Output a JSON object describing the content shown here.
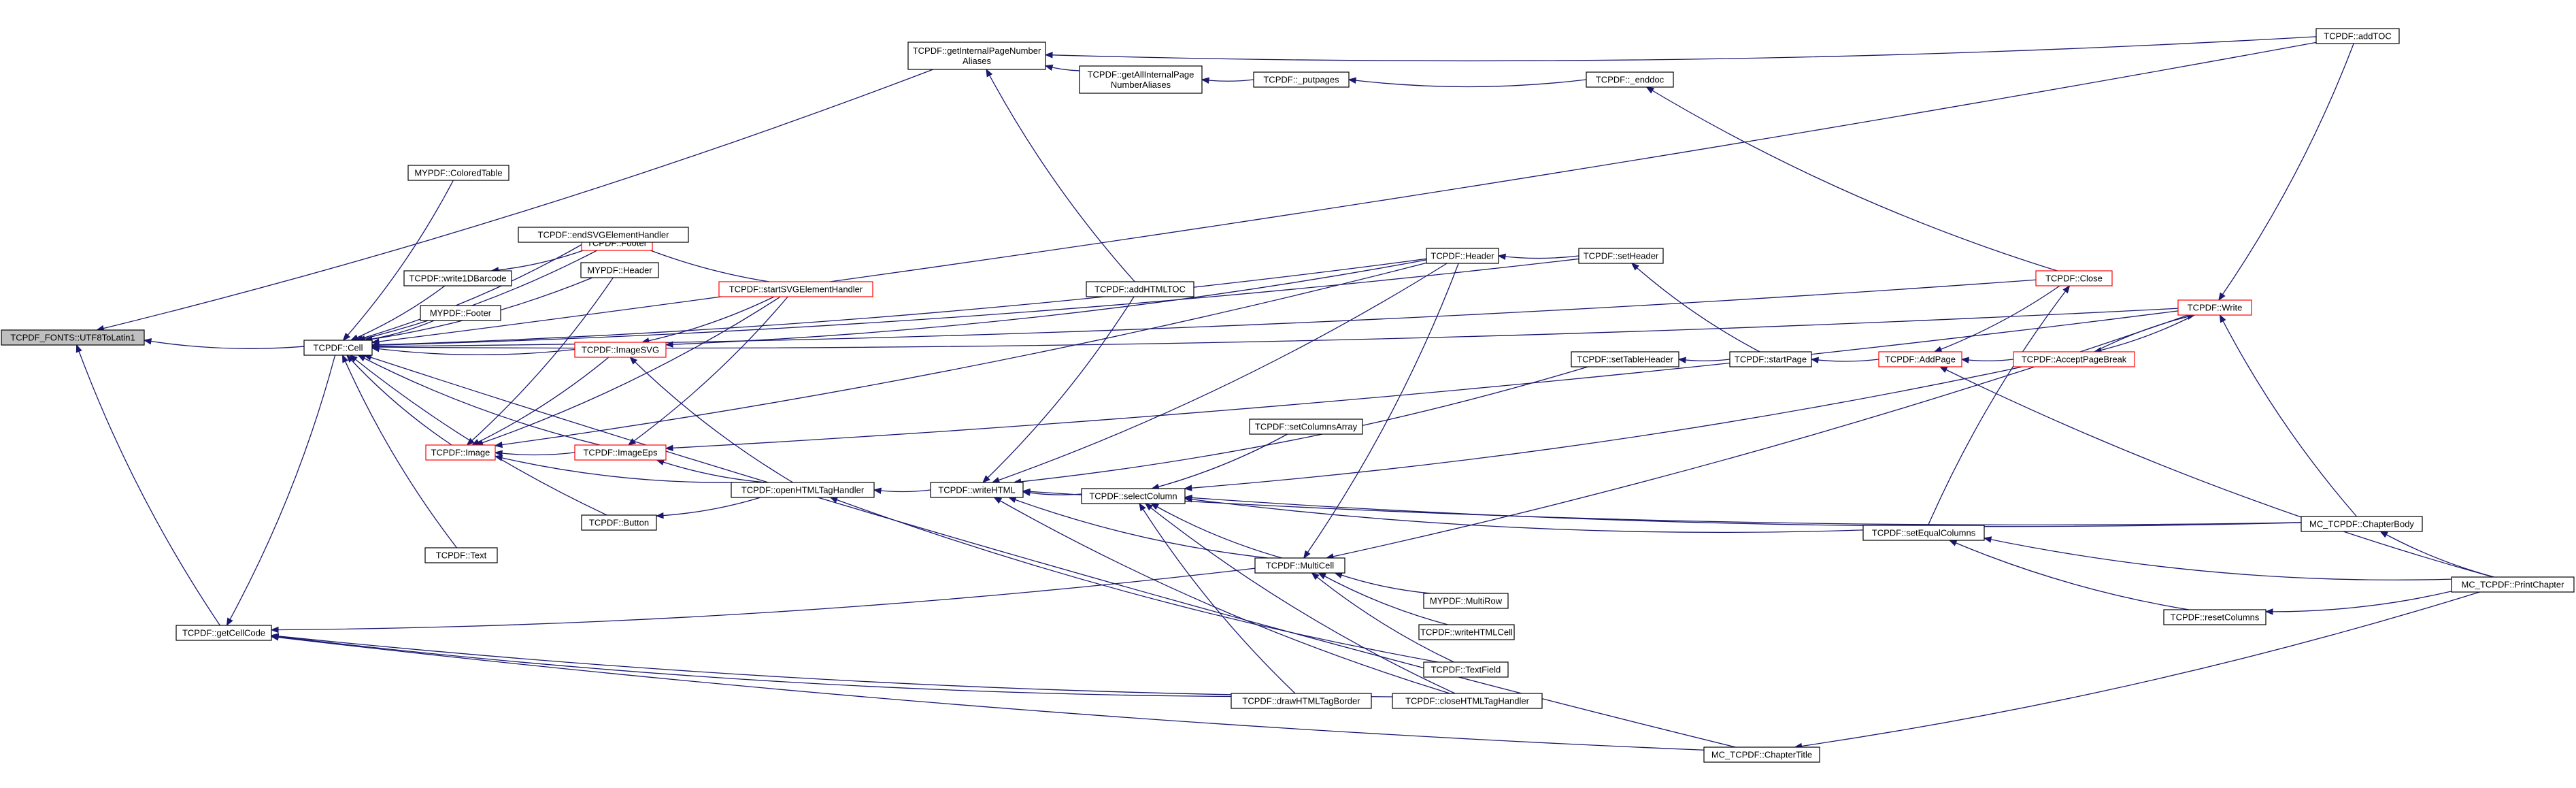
{
  "colors": {
    "edge": "#191970",
    "node_border": "#000000",
    "node_border_linked": "#ff0000",
    "root_fill": "#bfbfbf",
    "background": "#ffffff"
  },
  "nodes": [
    {
      "id": "root",
      "lines": [
        "TCPDF_FONTS::UTF8ToLatin1"
      ],
      "style": "root"
    },
    {
      "id": "getCellCode",
      "lines": [
        "TCPDF::getCellCode"
      ],
      "style": "normal"
    },
    {
      "id": "Cell",
      "lines": [
        "TCPDF::Cell"
      ],
      "style": "normal"
    },
    {
      "id": "getInternalPageNumberAliases",
      "lines": [
        "TCPDF::getInternalPageNumber",
        "Aliases"
      ],
      "style": "normal"
    },
    {
      "id": "addTOC",
      "lines": [
        "TCPDF::addTOC"
      ],
      "style": "normal"
    },
    {
      "id": "getAllInternalPageNumberAliases",
      "lines": [
        "TCPDF::getAllInternalPage",
        "NumberAliases"
      ],
      "style": "normal"
    },
    {
      "id": "putpages",
      "lines": [
        "TCPDF::_putpages"
      ],
      "style": "normal"
    },
    {
      "id": "enddoc",
      "lines": [
        "TCPDF::_enddoc"
      ],
      "style": "normal"
    },
    {
      "id": "ColoredTable",
      "lines": [
        "MYPDF::ColoredTable"
      ],
      "style": "normal"
    },
    {
      "id": "Footer",
      "lines": [
        "TCPDF::Footer"
      ],
      "style": "red"
    },
    {
      "id": "write1DBarcode",
      "lines": [
        "TCPDF::write1DBarcode"
      ],
      "style": "normal"
    },
    {
      "id": "endSVGElementHandler",
      "lines": [
        "TCPDF::endSVGElementHandler"
      ],
      "style": "normal"
    },
    {
      "id": "startSVGElementHandler",
      "lines": [
        "TCPDF::startSVGElementHandler"
      ],
      "style": "red"
    },
    {
      "id": "MYPDFFooter",
      "lines": [
        "MYPDF::Footer"
      ],
      "style": "normal"
    },
    {
      "id": "MYPDFHeader",
      "lines": [
        "MYPDF::Header"
      ],
      "style": "normal"
    },
    {
      "id": "ImageSVG",
      "lines": [
        "TCPDF::ImageSVG"
      ],
      "style": "red"
    },
    {
      "id": "Image",
      "lines": [
        "TCPDF::Image"
      ],
      "style": "red"
    },
    {
      "id": "ImageEps",
      "lines": [
        "TCPDF::ImageEps"
      ],
      "style": "red"
    },
    {
      "id": "openHTMLTagHandler",
      "lines": [
        "TCPDF::openHTMLTagHandler"
      ],
      "style": "normal"
    },
    {
      "id": "Button",
      "lines": [
        "TCPDF::Button"
      ],
      "style": "normal"
    },
    {
      "id": "Text",
      "lines": [
        "TCPDF::Text"
      ],
      "style": "normal"
    },
    {
      "id": "addHTMLTOC",
      "lines": [
        "TCPDF::addHTMLTOC"
      ],
      "style": "normal"
    },
    {
      "id": "Header",
      "lines": [
        "TCPDF::Header"
      ],
      "style": "normal"
    },
    {
      "id": "setHeader",
      "lines": [
        "TCPDF::setHeader"
      ],
      "style": "normal"
    },
    {
      "id": "setTableHeader",
      "lines": [
        "TCPDF::setTableHeader"
      ],
      "style": "normal"
    },
    {
      "id": "startPage",
      "lines": [
        "TCPDF::startPage"
      ],
      "style": "normal"
    },
    {
      "id": "AddPage",
      "lines": [
        "TCPDF::AddPage"
      ],
      "style": "red"
    },
    {
      "id": "Close",
      "lines": [
        "TCPDF::Close"
      ],
      "style": "red"
    },
    {
      "id": "AcceptPageBreak",
      "lines": [
        "TCPDF::AcceptPageBreak"
      ],
      "style": "red"
    },
    {
      "id": "Write",
      "lines": [
        "TCPDF::Write"
      ],
      "style": "red"
    },
    {
      "id": "setColumnsArray",
      "lines": [
        "TCPDF::setColumnsArray"
      ],
      "style": "normal"
    },
    {
      "id": "writeHTML",
      "lines": [
        "TCPDF::writeHTML"
      ],
      "style": "normal"
    },
    {
      "id": "selectColumn",
      "lines": [
        "TCPDF::selectColumn"
      ],
      "style": "normal"
    },
    {
      "id": "MultiCell",
      "lines": [
        "TCPDF::MultiCell"
      ],
      "style": "normal"
    },
    {
      "id": "setEqualColumns",
      "lines": [
        "TCPDF::setEqualColumns"
      ],
      "style": "normal"
    },
    {
      "id": "ChapterBody",
      "lines": [
        "MC_TCPDF::ChapterBody"
      ],
      "style": "normal"
    },
    {
      "id": "PrintChapter",
      "lines": [
        "MC_TCPDF::PrintChapter"
      ],
      "style": "normal"
    },
    {
      "id": "resetColumns",
      "lines": [
        "TCPDF::resetColumns"
      ],
      "style": "normal"
    },
    {
      "id": "MultiRow",
      "lines": [
        "MYPDF::MultiRow"
      ],
      "style": "normal"
    },
    {
      "id": "writeHTMLCell",
      "lines": [
        "TCPDF::writeHTMLCell"
      ],
      "style": "normal"
    },
    {
      "id": "TextField",
      "lines": [
        "TCPDF::TextField"
      ],
      "style": "normal"
    },
    {
      "id": "drawHTMLTagBorder",
      "lines": [
        "TCPDF::drawHTMLTagBorder"
      ],
      "style": "normal"
    },
    {
      "id": "closeHTMLTagHandler",
      "lines": [
        "TCPDF::closeHTMLTagHandler"
      ],
      "style": "normal"
    },
    {
      "id": "ChapterTitle",
      "lines": [
        "MC_TCPDF::ChapterTitle"
      ],
      "style": "normal"
    }
  ],
  "edges": [
    [
      "root",
      "getCellCode"
    ],
    [
      "root",
      "Cell"
    ],
    [
      "root",
      "getInternalPageNumberAliases"
    ],
    [
      "getCellCode",
      "Cell"
    ],
    [
      "getCellCode",
      "MultiCell"
    ],
    [
      "getCellCode",
      "drawHTMLTagBorder"
    ],
    [
      "getCellCode",
      "closeHTMLTagHandler"
    ],
    [
      "getCellCode",
      "ChapterTitle"
    ],
    [
      "Cell",
      "addTOC"
    ],
    [
      "Cell",
      "ColoredTable"
    ],
    [
      "Cell",
      "Footer"
    ],
    [
      "Cell",
      "write1DBarcode"
    ],
    [
      "Cell",
      "MYPDFFooter"
    ],
    [
      "Cell",
      "MYPDFHeader"
    ],
    [
      "Cell",
      "endSVGElementHandler"
    ],
    [
      "Cell",
      "ImageSVG"
    ],
    [
      "Cell",
      "Image"
    ],
    [
      "Cell",
      "ImageEps"
    ],
    [
      "Cell",
      "Button"
    ],
    [
      "Cell",
      "Text"
    ],
    [
      "Cell",
      "Header"
    ],
    [
      "Cell",
      "Close"
    ],
    [
      "Cell",
      "Write"
    ],
    [
      "Cell",
      "ChapterTitle"
    ],
    [
      "Cell",
      "setHeader"
    ],
    [
      "getInternalPageNumberAliases",
      "addTOC"
    ],
    [
      "getInternalPageNumberAliases",
      "getAllInternalPageNumberAliases"
    ],
    [
      "getInternalPageNumberAliases",
      "addHTMLTOC"
    ],
    [
      "getAllInternalPageNumberAliases",
      "putpages"
    ],
    [
      "putpages",
      "enddoc"
    ],
    [
      "enddoc",
      "Close"
    ],
    [
      "write1DBarcode",
      "Footer"
    ],
    [
      "endSVGElementHandler",
      "startSVGElementHandler"
    ],
    [
      "ImageSVG",
      "startSVGElementHandler"
    ],
    [
      "ImageSVG",
      "openHTMLTagHandler"
    ],
    [
      "ImageSVG",
      "Header"
    ],
    [
      "Image",
      "MYPDFHeader"
    ],
    [
      "Image",
      "ImageSVG"
    ],
    [
      "Image",
      "ImageEps"
    ],
    [
      "Image",
      "openHTMLTagHandler"
    ],
    [
      "Image",
      "startSVGElementHandler"
    ],
    [
      "Image",
      "Header"
    ],
    [
      "ImageEps",
      "startSVGElementHandler"
    ],
    [
      "ImageEps",
      "openHTMLTagHandler"
    ],
    [
      "ImageEps",
      "Write"
    ],
    [
      "Button",
      "openHTMLTagHandler"
    ],
    [
      "openHTMLTagHandler",
      "writeHTML"
    ],
    [
      "openHTMLTagHandler",
      "TextField"
    ],
    [
      "writeHTML",
      "addHTMLTOC"
    ],
    [
      "writeHTML",
      "Header"
    ],
    [
      "writeHTML",
      "setTableHeader"
    ],
    [
      "writeHTML",
      "MultiCell"
    ],
    [
      "writeHTML",
      "selectColumn"
    ],
    [
      "writeHTML",
      "closeHTMLTagHandler"
    ],
    [
      "writeHTML",
      "ChapterBody"
    ],
    [
      "selectColumn",
      "setColumnsArray"
    ],
    [
      "selectColumn",
      "MultiCell"
    ],
    [
      "selectColumn",
      "setEqualColumns"
    ],
    [
      "selectColumn",
      "drawHTMLTagBorder"
    ],
    [
      "selectColumn",
      "closeHTMLTagHandler"
    ],
    [
      "selectColumn",
      "AcceptPageBreak"
    ],
    [
      "selectColumn",
      "ChapterBody"
    ],
    [
      "MultiCell",
      "Header"
    ],
    [
      "MultiCell",
      "MultiRow"
    ],
    [
      "MultiCell",
      "writeHTMLCell"
    ],
    [
      "MultiCell",
      "TextField"
    ],
    [
      "MultiCell",
      "Write"
    ],
    [
      "Header",
      "setHeader"
    ],
    [
      "setHeader",
      "startPage"
    ],
    [
      "setTableHeader",
      "startPage"
    ],
    [
      "startPage",
      "AddPage"
    ],
    [
      "AddPage",
      "Close"
    ],
    [
      "AddPage",
      "AcceptPageBreak"
    ],
    [
      "AddPage",
      "PrintChapter"
    ],
    [
      "AcceptPageBreak",
      "Write"
    ],
    [
      "Close",
      "setEqualColumns"
    ],
    [
      "Write",
      "addTOC"
    ],
    [
      "Write",
      "ChapterBody"
    ],
    [
      "Write",
      "AcceptPageBreak"
    ],
    [
      "setEqualColumns",
      "resetColumns"
    ],
    [
      "setEqualColumns",
      "PrintChapter"
    ],
    [
      "resetColumns",
      "PrintChapter"
    ],
    [
      "ChapterBody",
      "PrintChapter"
    ],
    [
      "ChapterTitle",
      "PrintChapter"
    ]
  ]
}
